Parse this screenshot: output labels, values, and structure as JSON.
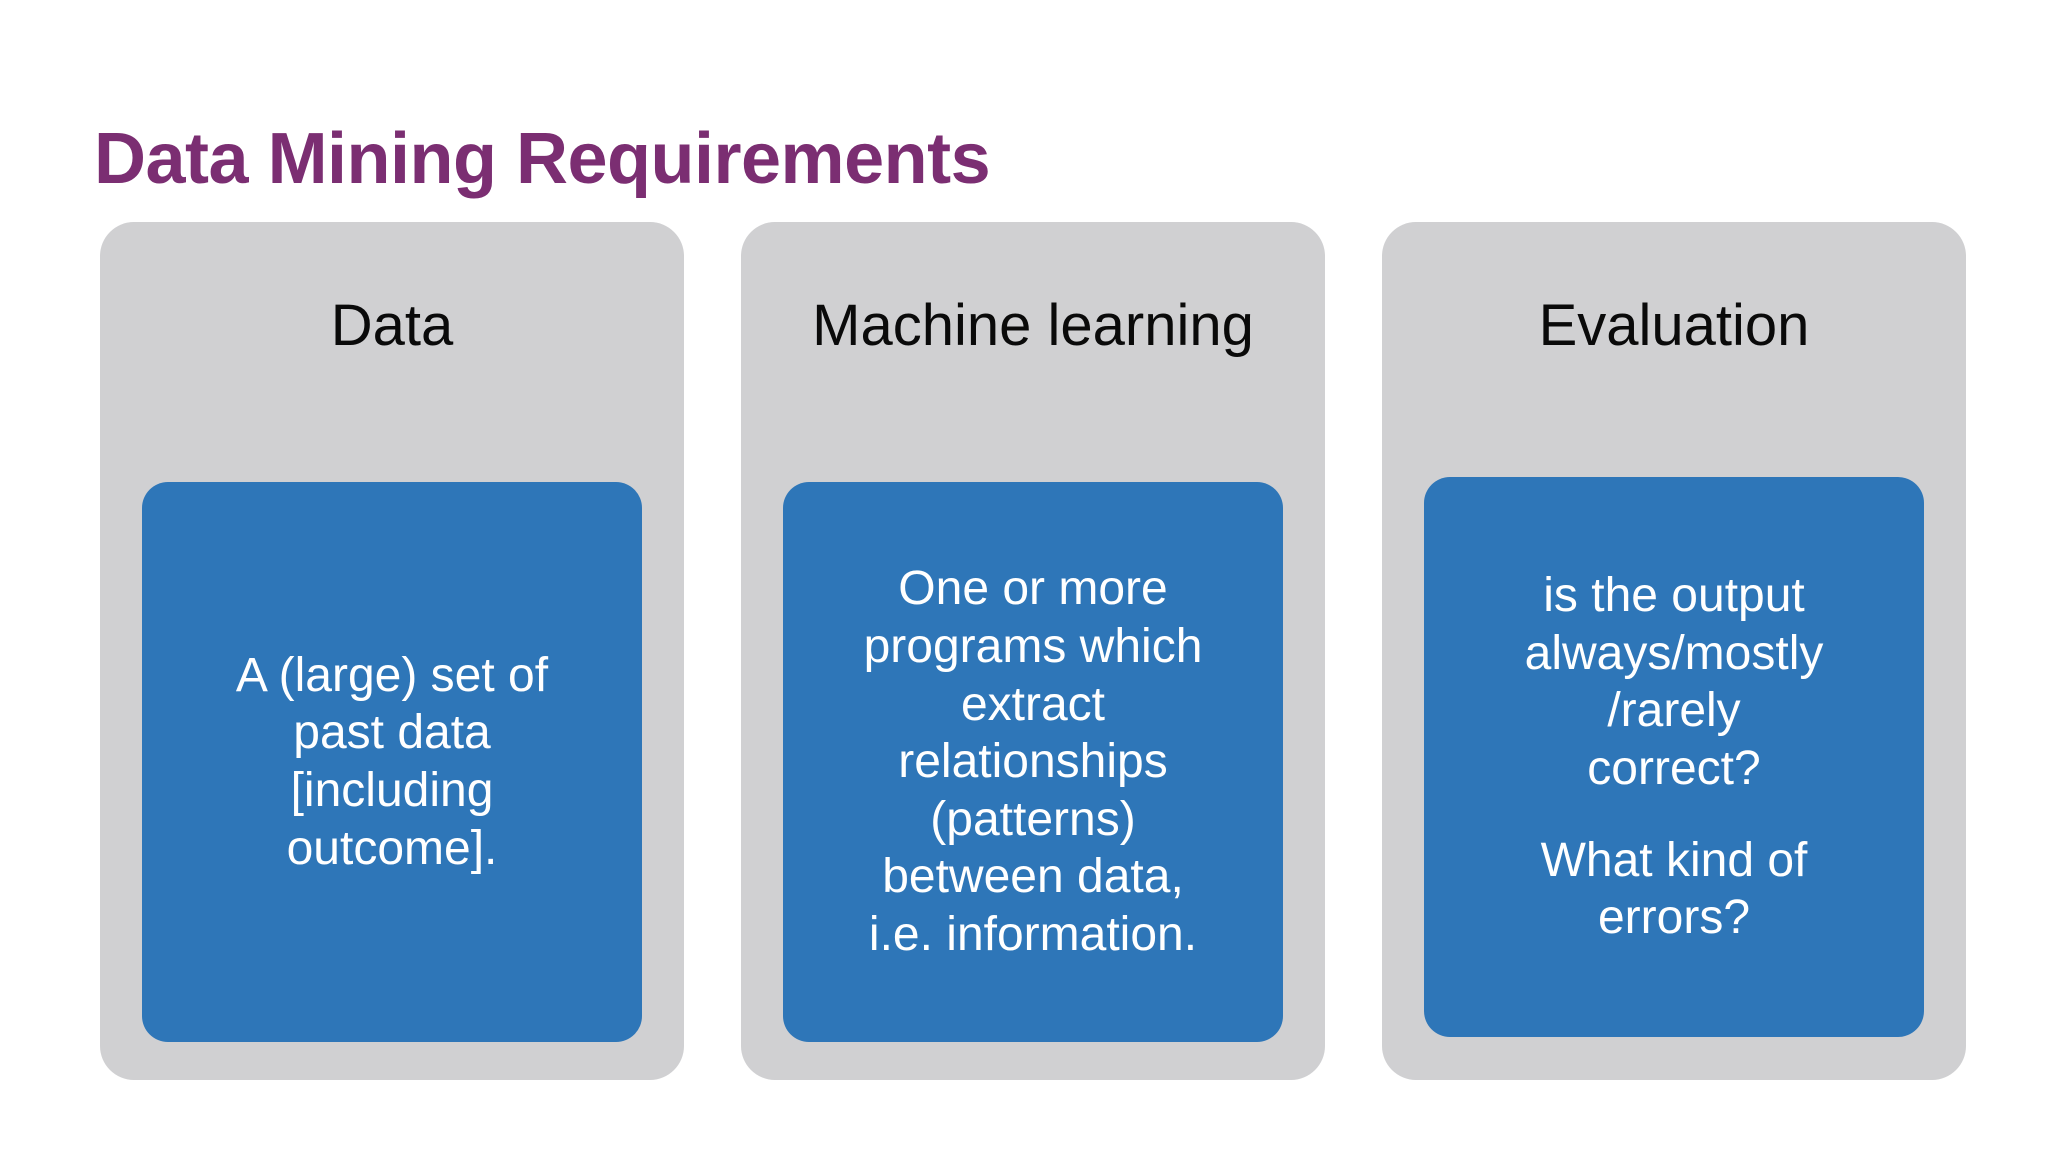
{
  "slide": {
    "title": "Data Mining Requirements",
    "title_color": "#7B2E72",
    "background_color": "#FFFFFF",
    "card_color": "#D0D0D2",
    "accent_color": "#2E76B8",
    "card_text_color": "#FFFFFF"
  },
  "columns": [
    {
      "header": "Data",
      "body": [
        "A (large) set of\npast data\n[including\noutcome]."
      ]
    },
    {
      "header": "Machine learning",
      "body": [
        "One or more\nprograms which\nextract\nrelationships\n(patterns)\nbetween data,\ni.e. information."
      ]
    },
    {
      "header": "Evaluation",
      "body": [
        "is the output\nalways/mostly\n/rarely\ncorrect?",
        "What kind of\nerrors?"
      ]
    }
  ]
}
